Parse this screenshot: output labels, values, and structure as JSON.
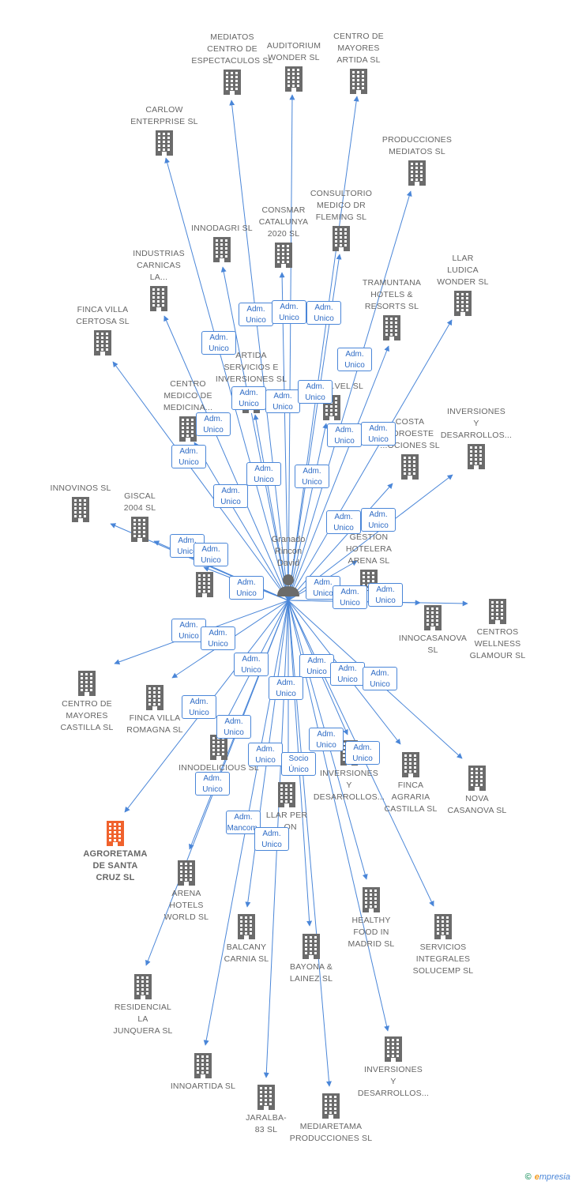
{
  "center": {
    "name": "Granado\nRincon\nDavid"
  },
  "companies": [
    {
      "id": "mediatos",
      "label": "MEDIATOS\nCENTRO DE\nESPECTACULOS SL"
    },
    {
      "id": "auditorium",
      "label": "AUDITORIUM\nWONDER SL"
    },
    {
      "id": "centro_mayores_artida",
      "label": "CENTRO DE\nMAYORES\nARTIDA SL"
    },
    {
      "id": "carlow",
      "label": "CARLOW\nENTERPRISE SL"
    },
    {
      "id": "producciones_mediatos",
      "label": "PRODUCCIONES\nMEDIATOS SL"
    },
    {
      "id": "consultorio",
      "label": "CONSULTORIO\nMEDICO DR\nFLEMING SL"
    },
    {
      "id": "consmar",
      "label": "CONSMAR\nCATALUNYA\n2020 SL"
    },
    {
      "id": "innodagri",
      "label": "INNODAGRI SL"
    },
    {
      "id": "industrias",
      "label": "INDUSTRIAS\nCARNICAS\nLA..."
    },
    {
      "id": "llar_ludica",
      "label": "LLAR\nLUDICA\nWONDER SL"
    },
    {
      "id": "tramuntana",
      "label": "TRAMUNTANA\nHOTELS &\nRESORTS SL"
    },
    {
      "id": "finca_certosa",
      "label": "FINCA VILLA\nCERTOSA SL"
    },
    {
      "id": "artida_servicios",
      "label": "ARTIDA\nSERVICIOS E\nINVERSIONES SL"
    },
    {
      "id": "dagri",
      "label": "DAGRI...VEL SL"
    },
    {
      "id": "centro_medico",
      "label": "CENTRO\nMEDICO DE\nMEDICINA..."
    },
    {
      "id": "costa",
      "label": "COSTA\nNOROESTE\n...OCIONES SL"
    },
    {
      "id": "inversiones_top",
      "label": "INVERSIONES\nY\nDESARROLLOS..."
    },
    {
      "id": "innovinos",
      "label": "INNOVINOS  SL"
    },
    {
      "id": "giscal",
      "label": "GISCAL\n2004 SL"
    },
    {
      "id": "compania",
      "label": "COMPAÑIA\n..."
    },
    {
      "id": "gestion",
      "label": "GESTION\nHOTELERA\nARENA SL"
    },
    {
      "id": "innocasanova",
      "label": "INNOCASANOVA\nSL"
    },
    {
      "id": "centros_wellness",
      "label": "CENTROS\nWELLNESS\nGLAMOUR SL"
    },
    {
      "id": "centro_mayores_castilla",
      "label": "CENTRO DE\nMAYORES\nCASTILLA SL"
    },
    {
      "id": "finca_romagna",
      "label": "FINCA VILLA\nROMAGNA SL"
    },
    {
      "id": "innodelicious",
      "label": "INNODELICIOUS SL"
    },
    {
      "id": "inversiones_mid",
      "label": "INVERSIONES\nY\nDESARROLLOS..."
    },
    {
      "id": "finca_agraria",
      "label": "FINCA\nAGRARIA\nCASTILLA SL"
    },
    {
      "id": "nova_casanova",
      "label": "NOVA\nCASANOVA  SL"
    },
    {
      "id": "llar_per",
      "label": "LLAR PER\n...ON"
    },
    {
      "id": "agroretama",
      "label": "AGRORETAMA\nDE SANTA\nCRUZ SL",
      "focus": true
    },
    {
      "id": "arena_hotels",
      "label": "ARENA\nHOTELS\nWORLD SL"
    },
    {
      "id": "healthy",
      "label": "HEALTHY\nFOOD IN\nMADRID SL"
    },
    {
      "id": "servicios_integrales",
      "label": "SERVICIOS\nINTEGRALES\nSOLUCEMP SL"
    },
    {
      "id": "balcany",
      "label": "BALCANY\nCARNIA SL"
    },
    {
      "id": "bayona",
      "label": "BAYONA &\nLAINEZ SL"
    },
    {
      "id": "residencial",
      "label": "RESIDENCIAL\nLA\nJUNQUERA SL"
    },
    {
      "id": "inversiones_bottom",
      "label": "INVERSIONES\nY\nDESARROLLOS..."
    },
    {
      "id": "innoartida",
      "label": "INNOARTIDA SL"
    },
    {
      "id": "jaralba",
      "label": "JARALBA-\n83 SL"
    },
    {
      "id": "mediaretama",
      "label": "MEDIARETAMA\nPRODUCCIONES SL"
    }
  ],
  "badges": [
    "Adm.\nUnico",
    "Adm.\nUnico",
    "Adm.\nUnico",
    "Adm.\nUnico",
    "Adm.\nUnico",
    "Adm.\nUnico",
    "Adm.\nUnico",
    "Adm.\nUnico",
    "Adm.\nUnico",
    "Adm.\nUnico",
    "Adm.\nUnico",
    "Adm.\nUnico",
    "Adm.\nUnico",
    "Adm.\nUnico",
    "Adm.\nUnico",
    "Adm.\nUnico",
    "Adm.\nUnico",
    "Adm.\nUnico",
    "Adm.\nUnico",
    "Adm.\nUnico",
    "Adm.\nUnico",
    "Adm.\nUnico",
    "Adm.\nUnico",
    "Adm.\nUnico",
    "Adm.\nUnico",
    "Adm.\nUnico",
    "Adm.\nUnico",
    "Adm.\nUnico",
    "Adm.\nUnico",
    "Adm.\nUnico",
    "Adm.\nUnico",
    "Adm.\nUnico",
    "Adm.\nUnico",
    "Socio\nÚnico",
    "Adm.\nUnico",
    "Adm.\nUnico",
    "Adm.\nUnico",
    "Adm.\nMancom.",
    "Adm.\nUnico"
  ],
  "colors": {
    "edge": "#4a86d8",
    "building": "#6b6b6b",
    "focus": "#f0622d",
    "badge_text": "#2e6bc5"
  },
  "footer": {
    "symbol": "©",
    "brand": "mpresia",
    "brand_initial": "e"
  }
}
